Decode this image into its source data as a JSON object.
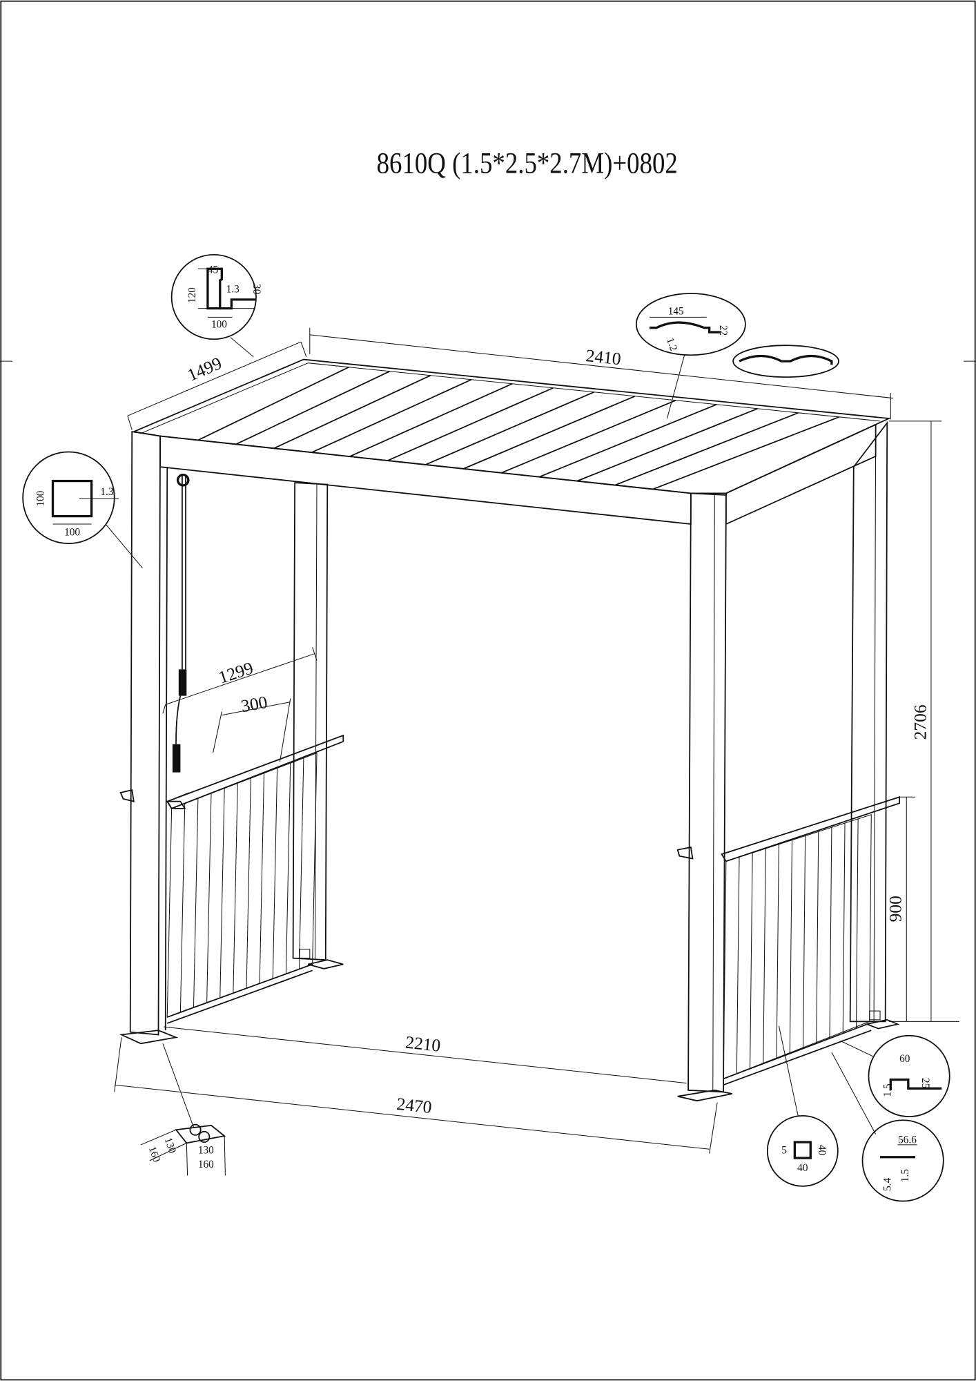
{
  "title": "8610Q (1.5*2.5*2.7M)+0802",
  "dimensions": {
    "depth": "1499",
    "width_top": "2410",
    "height": "2706",
    "bar_height": "900",
    "inner_width": "2210",
    "outer_width": "2470",
    "bar_length": "1299",
    "bar_depth": "300"
  },
  "details": {
    "beam_profile": {
      "w": "100",
      "h": "120",
      "top": "45",
      "thickness": "1.3",
      "step": "30"
    },
    "slat_profile": {
      "width": "145",
      "height": "22",
      "thickness": "1.2"
    },
    "post_profile": {
      "w": "100",
      "h": "100",
      "thickness": "1.3"
    },
    "base_plate": {
      "a": "130",
      "b": "160",
      "c": "130",
      "d": "160"
    },
    "panel_tube": {
      "t": "5",
      "w": "40",
      "h": "40"
    },
    "channel_a": {
      "w": "60",
      "h": "25",
      "t": "1.5"
    },
    "channel_b": {
      "w": "56.6",
      "h": "5.4",
      "t": "1.5"
    }
  }
}
